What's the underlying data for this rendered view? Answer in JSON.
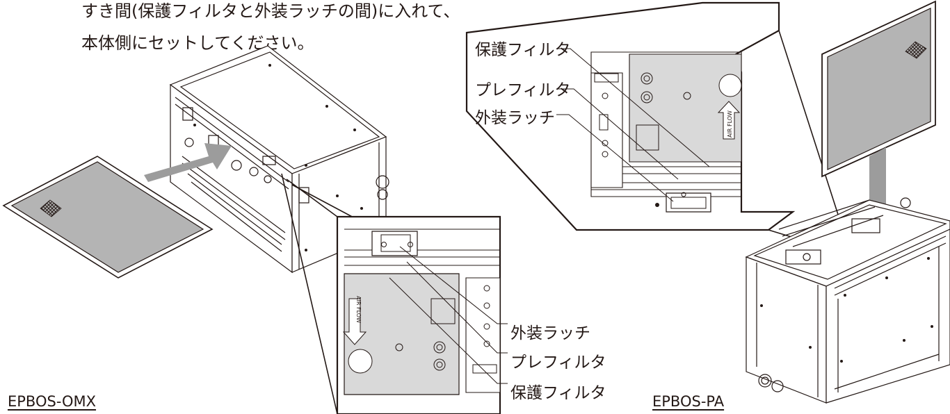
{
  "instruction": {
    "line1": "すき間(保護フィルタと外装ラッチの間)に入れて、",
    "line2": "本体側にセットしてください。"
  },
  "left_unit": {
    "model": "EPBOS-OMX",
    "callouts": [
      "外装ラッチ",
      "プレフィルタ",
      "保護フィルタ"
    ],
    "airflow_label": "AIR FLOW"
  },
  "right_unit": {
    "model": "EPBOS-PA",
    "callouts": [
      "保護フィルタ",
      "プレフィルタ",
      "外装ラッチ"
    ],
    "airflow_label": "AIR FLOW"
  },
  "colors": {
    "line": "#231815",
    "filter_fill": "#b4b4b4",
    "arrow_fill": "#9c9c9c",
    "detail_fill": "#d9d9d9"
  }
}
